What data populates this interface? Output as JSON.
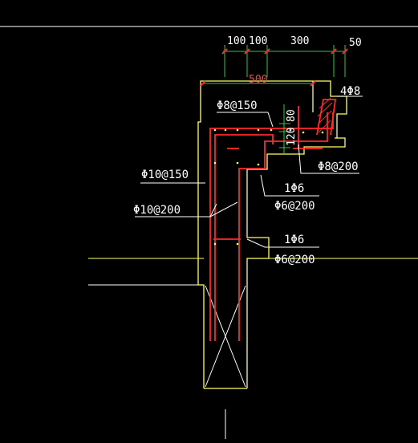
{
  "drawing": {
    "background": "#000000",
    "colors": {
      "outline": "#ffff66",
      "dimension": "#2ecc40",
      "rebar": "#ff2a2a",
      "text": "#ffffff",
      "white_line": "#ffffff"
    },
    "dimensions": {
      "d1": "100",
      "d2": "100",
      "d3": "300",
      "d4": "50",
      "total": "500",
      "v1": "80",
      "v2": "120"
    },
    "labels": {
      "top_rebar": "Φ8@150",
      "corner_bars": "4Φ8",
      "right_dist": "Φ8@200",
      "wall_outer": "Φ10@150",
      "wall_inner": "Φ10@200",
      "bar_a": "1Φ6",
      "stirrup_a": "Φ6@200",
      "bar_b": "1Φ6",
      "stirrup_b": "Φ6@200"
    }
  }
}
